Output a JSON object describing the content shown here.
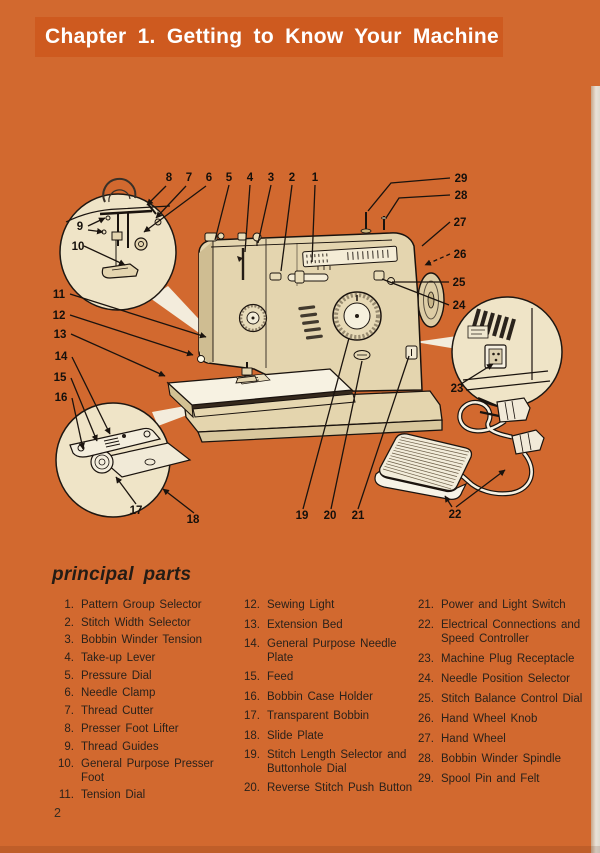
{
  "header": {
    "title": "Chapter 1. Getting to Know Your Machine"
  },
  "section": {
    "title": "principal parts"
  },
  "parts": {
    "col1": [
      {
        "num": "1.",
        "name": "Pattern Group Selector"
      },
      {
        "num": "2.",
        "name": "Stitch Width Selector"
      },
      {
        "num": "3.",
        "name": "Bobbin Winder Tension"
      },
      {
        "num": "4.",
        "name": "Take-up Lever"
      },
      {
        "num": "5.",
        "name": "Pressure Dial"
      },
      {
        "num": "6.",
        "name": "Needle Clamp"
      },
      {
        "num": "7.",
        "name": "Thread Cutter"
      },
      {
        "num": "8.",
        "name": "Presser Foot Lifter"
      },
      {
        "num": "9.",
        "name": "Thread Guides"
      },
      {
        "num": "10.",
        "name": "General Purpose Presser Foot"
      },
      {
        "num": "11.",
        "name": "Tension Dial"
      }
    ],
    "col2": [
      {
        "num": "12.",
        "name": "Sewing Light"
      },
      {
        "num": "13.",
        "name": "Extension Bed"
      },
      {
        "num": "14.",
        "name": "General Purpose Needle Plate"
      },
      {
        "num": "15.",
        "name": "Feed"
      },
      {
        "num": "16.",
        "name": "Bobbin Case Holder"
      },
      {
        "num": "17.",
        "name": "Transparent Bobbin"
      },
      {
        "num": "18.",
        "name": "Slide Plate"
      },
      {
        "num": "19.",
        "name": "Stitch Length Selector and Buttonhole Dial"
      },
      {
        "num": "20.",
        "name": "Reverse Stitch Push Button"
      }
    ],
    "col3": [
      {
        "num": "21.",
        "name": "Power and Light Switch"
      },
      {
        "num": "22.",
        "name": "Electrical Connections and Speed Controller"
      },
      {
        "num": "23.",
        "name": "Machine Plug Receptacle"
      },
      {
        "num": "24.",
        "name": "Needle Position Selector"
      },
      {
        "num": "25.",
        "name": "Stitch Balance Control Dial"
      },
      {
        "num": "26.",
        "name": "Hand Wheel Knob"
      },
      {
        "num": "27.",
        "name": "Hand Wheel"
      },
      {
        "num": "28.",
        "name": "Bobbin Winder Spindle"
      },
      {
        "num": "29.",
        "name": "Spool Pin and Felt"
      }
    ]
  },
  "diagram": {
    "callouts": [
      "1",
      "2",
      "3",
      "4",
      "5",
      "6",
      "7",
      "8",
      "9",
      "10",
      "11",
      "12",
      "13",
      "14",
      "15",
      "16",
      "17",
      "18",
      "19",
      "20",
      "21",
      "22",
      "23",
      "24",
      "25",
      "26",
      "27",
      "28",
      "29"
    ]
  },
  "footer": {
    "page_number": "2"
  },
  "colors": {
    "page_background": "#d2692f",
    "header_band": "#ce5a1f",
    "title_text": "#ffffff",
    "body_text": "#2a211a",
    "machine_body": "#e4d5af",
    "inset_background": "#efe4c7",
    "highlight_white": "#f6f1e2"
  }
}
